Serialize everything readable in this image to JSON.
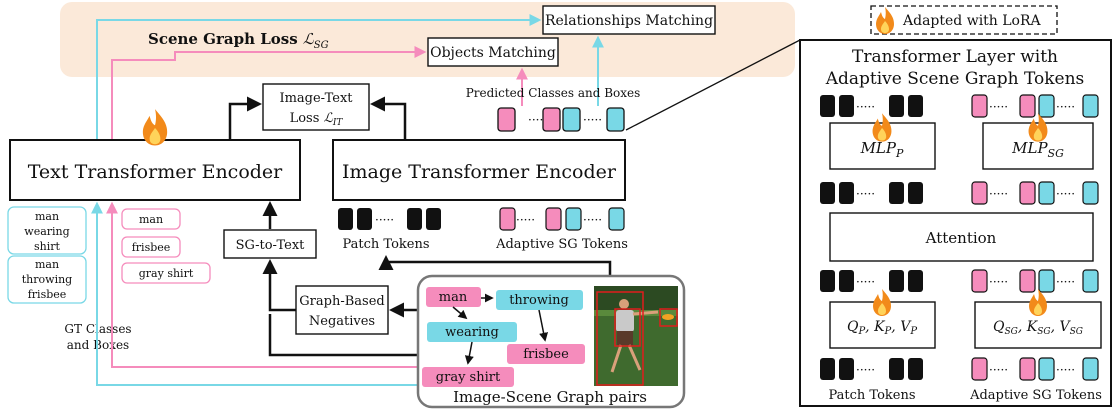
{
  "legend": {
    "label": "Adapted with LoRA",
    "icon": "fire-icon"
  },
  "loss": {
    "title": "Scene Graph Loss ",
    "symbol": "ℒ",
    "subscript": "SG",
    "relationships_matching": "Relationships Matching",
    "objects_matching": "Objects Matching"
  },
  "image_text_loss": {
    "line1": "Image-Text",
    "line2": "Loss ",
    "symbol": "ℒ",
    "subscript": "IT"
  },
  "predicted_label": "Predicted Classes and Boxes",
  "text_encoder": "Text Transformer Encoder",
  "image_encoder": "Image Transformer Encoder",
  "patch_tokens": "Patch Tokens",
  "adaptive_sg_tokens": "Adaptive SG Tokens",
  "sg_to_text": "SG-to-Text",
  "graph_negatives": {
    "line1": "Graph-Based",
    "line2": "Negatives"
  },
  "caption_groups": [
    [
      "man",
      "wearing",
      "shirt"
    ],
    [
      "man",
      "throwing",
      "frisbee"
    ]
  ],
  "object_labels": [
    "man",
    "frisbee",
    "gray shirt"
  ],
  "gt_label": {
    "line1": "GT Classes",
    "line2": "and Boxes"
  },
  "scene_graph": {
    "nodes": [
      "man",
      "throwing",
      "wearing",
      "frisbee",
      "gray shirt"
    ],
    "caption": "Image-Scene Graph pairs"
  },
  "layer_panel": {
    "title_line1": "Transformer Layer with",
    "title_line2": "Adaptive Scene Graph Tokens",
    "mlp_p": {
      "base": "MLP",
      "sub": "P"
    },
    "mlp_sg": {
      "base": "MLP",
      "sub": "SG"
    },
    "attention": "Attention",
    "qkv_p": {
      "q": "Q",
      "k": "K",
      "v": "V",
      "sub": "P"
    },
    "qkv_sg": {
      "q": "Q",
      "k": "K",
      "v": "V",
      "sub": "SG"
    },
    "patch_tokens": "Patch Tokens",
    "adaptive_sg_tokens": "Adaptive SG Tokens"
  },
  "colors": {
    "pink": "#f58cbc",
    "cyan": "#79d8e6",
    "loss_bg": "#fbe9d9",
    "token_dark": "#111111",
    "flame_outer": "#f28a1a",
    "flame_inner": "#ffd35a",
    "box_red": "#e01d1d"
  }
}
